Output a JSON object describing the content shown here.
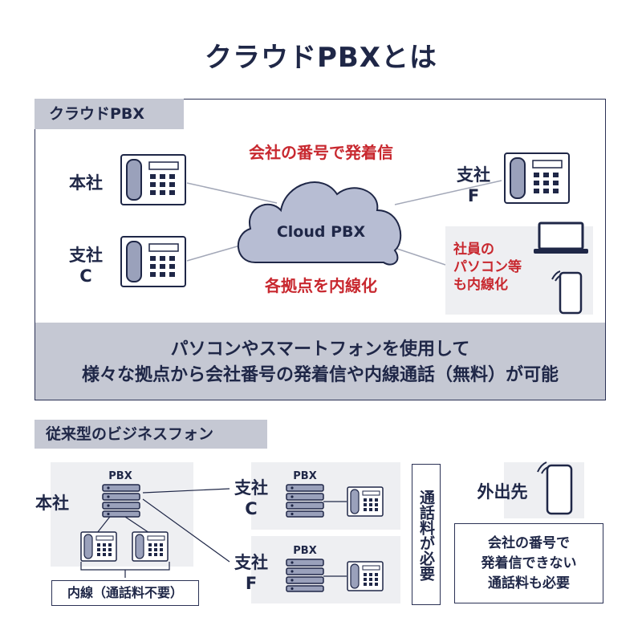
{
  "title": "クラウドPBXとは",
  "cloud_section": {
    "label": "クラウドPBX",
    "cloud_text": "Cloud PBX",
    "caption_top": "会社の番号で発着信",
    "caption_bottom": "各拠点を内線化",
    "locations": {
      "honsha": "本社",
      "shisha_c_line1": "支社",
      "shisha_c_line2": "C",
      "shisha_f_line1": "支社",
      "shisha_f_line2": "F"
    },
    "employee_box": {
      "line1": "社員の",
      "line2": "パソコン等",
      "line3": "も内線化"
    },
    "footer_line1": "パソコンやスマートフォンを使用して",
    "footer_line2": "様々な拠点から会社番号の発着信や内線通話（無料）が可能"
  },
  "legacy_section": {
    "label": "従来型のビジネスフォン",
    "honsha": "本社",
    "pbx": "PBX",
    "naisen_label": "内線（通話料不要）",
    "shisha_c_line1": "支社",
    "shisha_c_line2": "C",
    "shisha_f_line1": "支社",
    "shisha_f_line2": "F",
    "vertical_note": "通話料が必要",
    "outside": "外出先",
    "outside_note_line1": "会社の番号で",
    "outside_note_line2": "発着信できない",
    "outside_note_line3": "通話料も必要"
  },
  "colors": {
    "navy": "#1f2747",
    "red": "#c8282f",
    "gray_band": "#c5c8d3",
    "cloud_fill": "#b7bdd3",
    "light_box": "#eeeff2"
  }
}
